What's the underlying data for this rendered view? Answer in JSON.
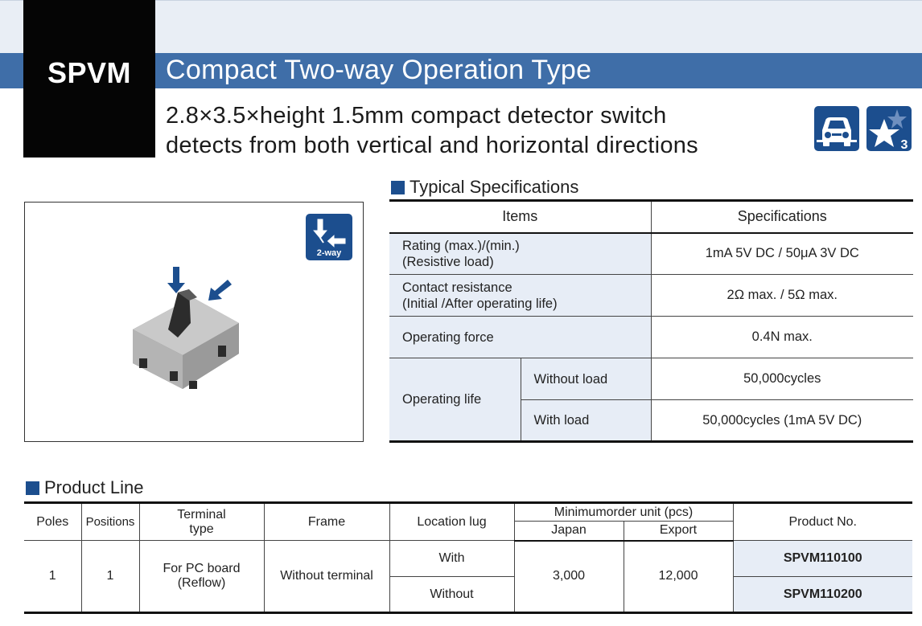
{
  "header": {
    "model_code": "SPVM",
    "series_title": "Compact Two-way Operation Type",
    "description_line1": "2.8×3.5×height 1.5mm compact detector switch",
    "description_line2": "detects from both vertical and horizontal directions"
  },
  "badges": {
    "car_icon": "car-icon",
    "star_icon": "star-icon",
    "star_number": "3",
    "two_way_label": "2-way"
  },
  "spec_section": {
    "title": "Typical Specifications",
    "col_items": "Items",
    "col_specs": "Specifications",
    "rows": [
      {
        "label1": "Rating (max.)/(min.)",
        "label2": "(Resistive load)",
        "value": "1mA 5V DC / 50μA 3V DC"
      },
      {
        "label1": "Contact resistance",
        "label2": "(Initial /After operating life)",
        "value": "2Ω max. / 5Ω max."
      },
      {
        "label1": "Operating force",
        "label2": "",
        "value": "0.4N max."
      }
    ],
    "life": {
      "label": "Operating life",
      "without_load_label": "Without load",
      "without_load_value": "50,000cycles",
      "with_load_label": "With load",
      "with_load_value": "50,000cycles (1mA 5V DC)"
    }
  },
  "product_section": {
    "title": "Product Line",
    "headers": {
      "poles": "Poles",
      "positions": "Positions",
      "terminal_type_1": "Terminal",
      "terminal_type_2": "type",
      "frame": "Frame",
      "location_lug": "Location lug",
      "min_order": "Minimumorder unit (pcs)",
      "japan": "Japan",
      "export": "Export",
      "product_no": "Product No."
    },
    "row": {
      "poles": "1",
      "positions": "1",
      "terminal_1": "For PC board",
      "terminal_2": "(Reflow)",
      "frame": "Without terminal",
      "lug_with": "With",
      "lug_without": "Without",
      "japan": "3,000",
      "export": "12,000",
      "product_with": "SPVM110100",
      "product_without": "SPVM110200"
    }
  },
  "colors": {
    "brand_blue": "#1c4e8e",
    "band_blue": "#3f6ea8",
    "cell_tint": "#e7edf6"
  }
}
